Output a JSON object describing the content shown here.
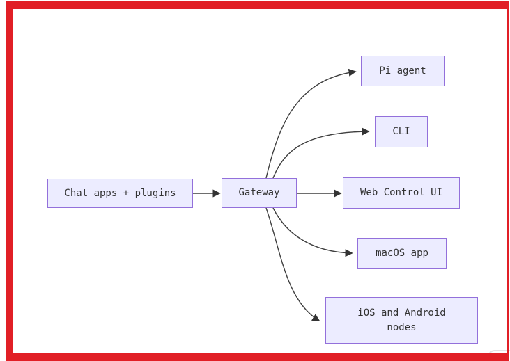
{
  "frame": {
    "color": "#e11f26"
  },
  "diagram": {
    "type": "flowchart",
    "direction": "left-to-right",
    "node_fill": "#ECECFF",
    "node_border": "#9370DB",
    "edge_color": "#3f3f3f",
    "text_color": "#333333",
    "nodes": {
      "chat": {
        "label": "Chat apps + plugins"
      },
      "gateway": {
        "label": "Gateway"
      },
      "pi": {
        "label": "Pi agent"
      },
      "cli": {
        "label": "CLI"
      },
      "web": {
        "label": "Web Control UI"
      },
      "macos": {
        "label": "macOS app"
      },
      "ios": {
        "label": "iOS and Android nodes",
        "line1": "iOS and Android",
        "line2": "nodes"
      }
    },
    "edges": [
      {
        "from": "chat",
        "to": "gateway"
      },
      {
        "from": "gateway",
        "to": "pi"
      },
      {
        "from": "gateway",
        "to": "cli"
      },
      {
        "from": "gateway",
        "to": "web"
      },
      {
        "from": "gateway",
        "to": "macos"
      },
      {
        "from": "gateway",
        "to": "ios"
      }
    ]
  }
}
